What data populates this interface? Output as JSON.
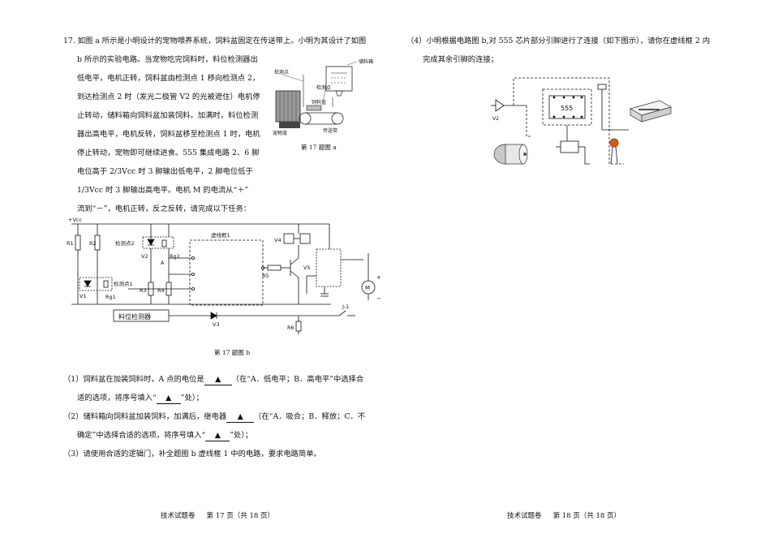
{
  "q17": {
    "intro": [
      "17. 如图 a 所示是小明设计的宠物喂养系统，饲料盆固定在传送带上。小明为其设计了如图",
      "b 所示的实验电路。当宠物吃完饲料时，料位检测器出",
      "低电平，电机正转，饲料盆由检测点 1 移向检测点 2，",
      "到达检测点 2 时（发光二极管 V2 的光被遮住）电机停",
      "止转动，储料箱向饲料盆加装饲料。加满时，料位检测",
      "器出高电平，电机反转，饲料盆移至检测点 1 时，电机",
      "停止转动，宠物即可继续进食。555 集成电路 2、6 脚",
      "电位高于 2/3Vcc 时 3 脚输出低电平，2 脚电位低于",
      "1/3Vcc 时 3 脚输出高电平。电机 M 的电流从“＋”",
      "流到“－”，电机正转，反之反转，请完成以下任务："
    ],
    "fig_a": {
      "caption": "第 17 题图 a",
      "labels": [
        "储料箱",
        "检测点",
        "检测点",
        "饲料盆",
        "宠物笼",
        "传送带"
      ]
    },
    "fig_b": {
      "caption": "第 17 题图 b",
      "labels": {
        "vcc": "+Vcc",
        "r1": "R1",
        "r2": "R2",
        "r3": "R3",
        "r4": "R4",
        "r5": "R5",
        "r6": "R6",
        "v1": "V1",
        "v2": "V2",
        "v3": "V3",
        "v4": "V4",
        "v5": "V5",
        "rg1": "Rg1",
        "rg2": "Rg2",
        "det1": "检测点1",
        "det2": "检测点2",
        "box1": "虚线框1",
        "point_a": "A",
        "motor": "M",
        "plus": "+",
        "minus": "−",
        "relay": "J-1",
        "level": "料位检测器"
      }
    },
    "q1": {
      "prefix": "（1）饲料盆在加装饲料时，A 点的电位是",
      "blank": "▲",
      "suffix": "（在“A．低电平；B．高电平”中选择合",
      "line2_prefix": "适的选项，将序号填入“",
      "line2_suffix": "”处）；"
    },
    "q2": {
      "prefix": "（2）储料箱向饲料盆加装饲料，加满后，继电器",
      "blank": "▲",
      "suffix": "（在“A．吸合；B．释放；C．不",
      "line2_prefix": "确定”中选择合适的选项，将序号填入“",
      "line2_suffix": "”处）；"
    },
    "q3": "（3）请使用合适的逻辑门，补全题图 b 虚线框 1 中的电路，要求电路简单。"
  },
  "q4": {
    "line1": "（4）小明根据电路图 b,对 555 芯片部分引脚进行了连接（如下图示），请你在虚线框 2 内",
    "line2": "完成其余引脚的连接；",
    "chip": "555",
    "v2": "V2"
  },
  "footer_left": {
    "title": "技术试题卷",
    "page": "第 17 页（共 18 页）"
  },
  "footer_right": {
    "title": "技术试题卷",
    "page": "第 18 页（共 18 页）"
  }
}
